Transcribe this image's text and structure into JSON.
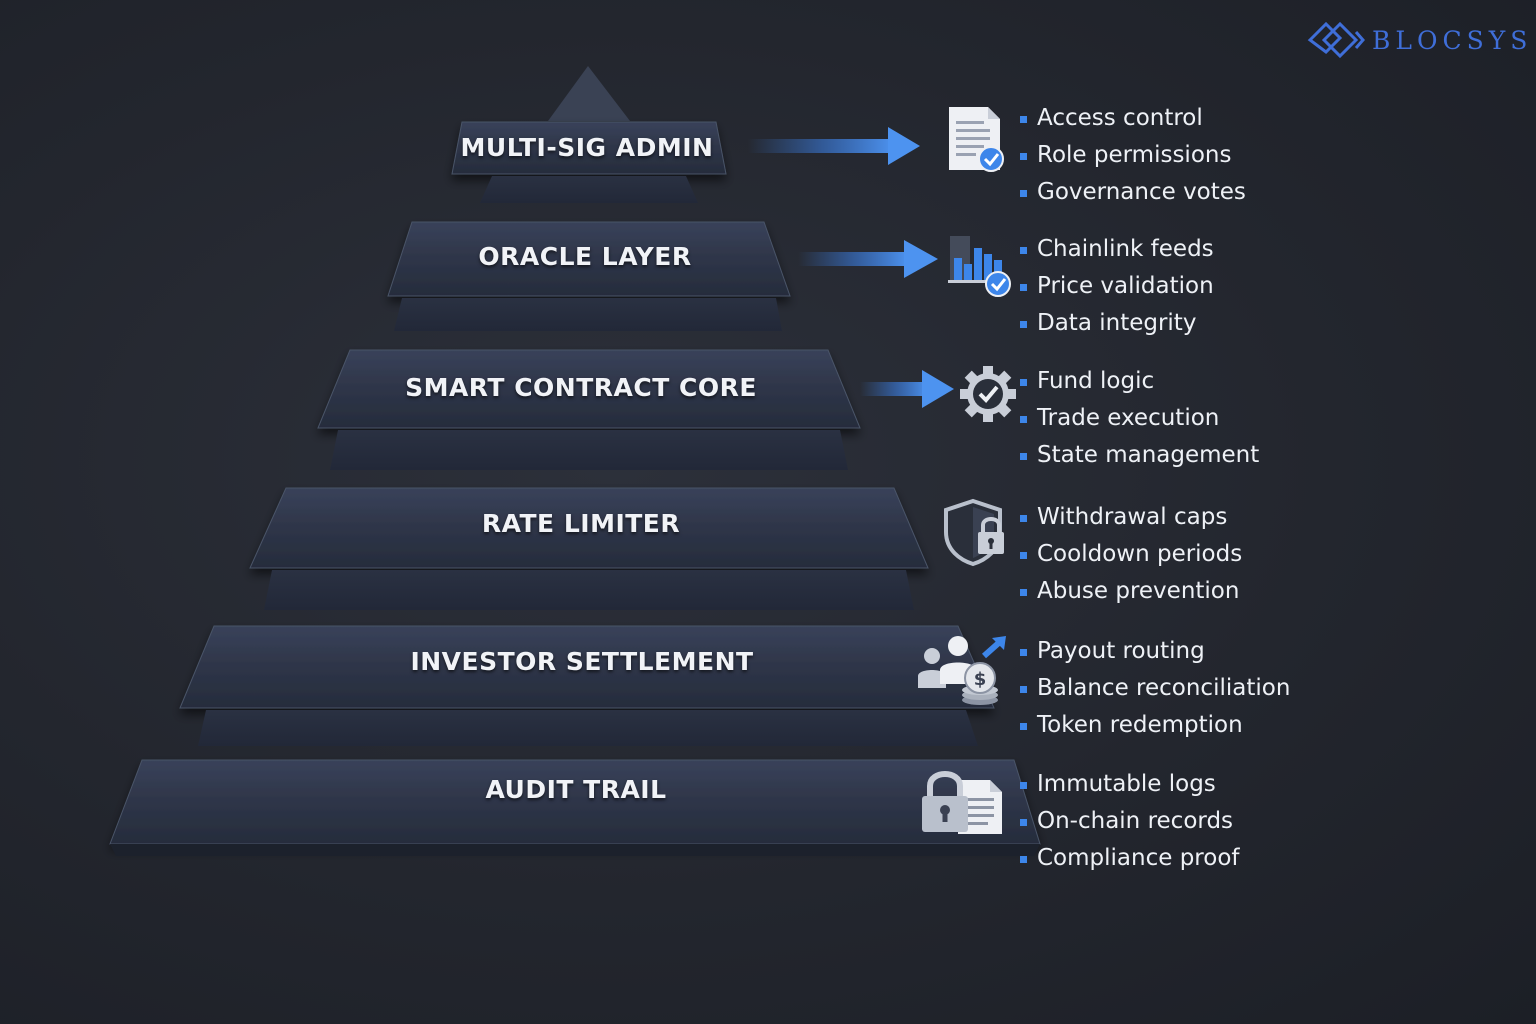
{
  "brand": {
    "name": "BLOCSYS",
    "color": "#3f6ed8"
  },
  "colors": {
    "accent": "#3d86ea",
    "tier": "#303848",
    "background": "#24272f"
  },
  "tiers": [
    {
      "label": "MULTI-SIG ADMIN",
      "icon": "document-check-icon",
      "bullets": [
        "Access control",
        "Role permissions",
        "Governance votes"
      ]
    },
    {
      "label": "ORACLE LAYER",
      "icon": "bar-chart-check-icon",
      "bullets": [
        "Chainlink feeds",
        "Price validation",
        "Data integrity"
      ]
    },
    {
      "label": "SMART CONTRACT CORE",
      "icon": "gear-check-icon",
      "bullets": [
        "Fund logic",
        "Trade execution",
        "State management"
      ]
    },
    {
      "label": "RATE LIMITER",
      "icon": "shield-lock-icon",
      "bullets": [
        "Withdrawal caps",
        "Cooldown periods",
        "Abuse prevention"
      ]
    },
    {
      "label": "INVESTOR SETTLEMENT",
      "icon": "investors-coins-icon",
      "bullets": [
        "Payout routing",
        "Balance reconciliation",
        "Token redemption"
      ]
    },
    {
      "label": "AUDIT TRAIL",
      "icon": "lock-document-icon",
      "bullets": [
        "Immutable logs",
        "On-chain records",
        "Compliance proof"
      ]
    }
  ]
}
